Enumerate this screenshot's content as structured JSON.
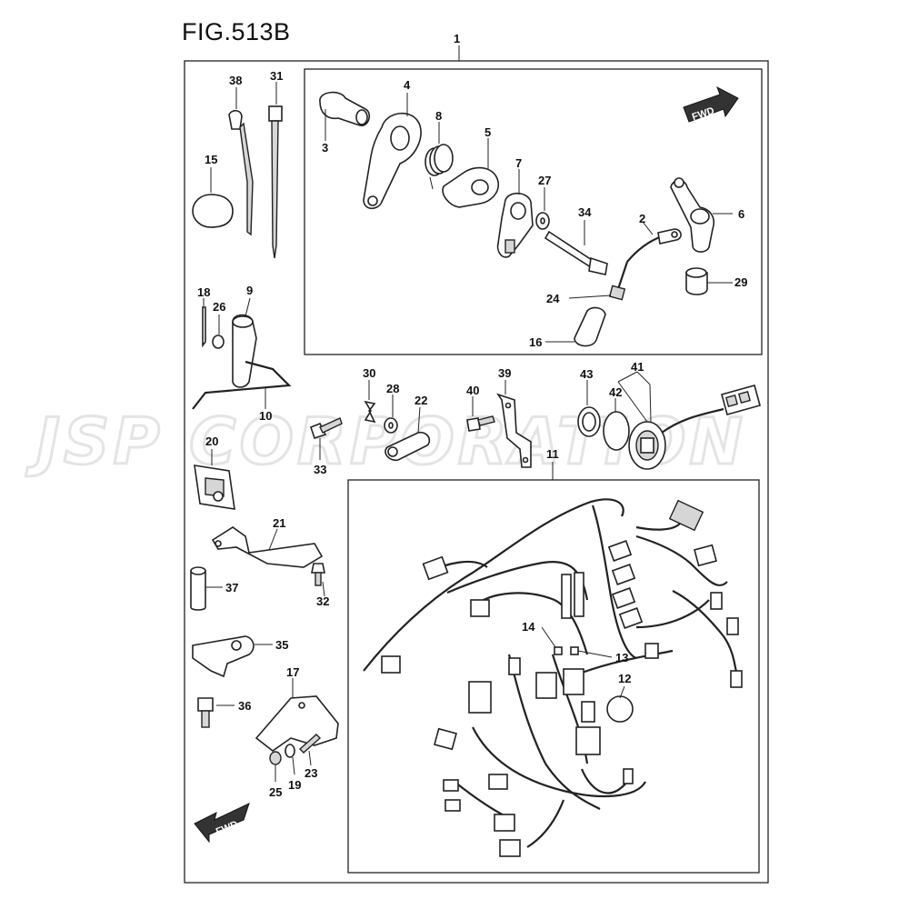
{
  "figure": {
    "title": "FIG.513B"
  },
  "watermark": {
    "text": "JSP CORPORATION"
  },
  "callouts": {
    "c1": "1",
    "c2": "2",
    "c3": "3",
    "c4": "4",
    "c5": "5",
    "c6": "6",
    "c7": "7",
    "c8": "8",
    "c9": "9",
    "c10": "10",
    "c11": "11",
    "c12": "12",
    "c13": "13",
    "c14": "14",
    "c15": "15",
    "c16": "16",
    "c17": "17",
    "c18": "18",
    "c19": "19",
    "c20": "20",
    "c21": "21",
    "c22": "22",
    "c23": "23",
    "c24": "24",
    "c25": "25",
    "c26": "26",
    "c27": "27",
    "c28": "28",
    "c29": "29",
    "c30": "30",
    "c31": "31",
    "c32": "32",
    "c33": "33",
    "c34": "34",
    "c35": "35",
    "c36": "36",
    "c37": "37",
    "c38": "38",
    "c39": "39",
    "c40": "40",
    "c41": "41",
    "c42": "42",
    "c43": "43"
  },
  "direction_arrows": {
    "top_right": "FWD",
    "bottom_left": "FWD"
  }
}
